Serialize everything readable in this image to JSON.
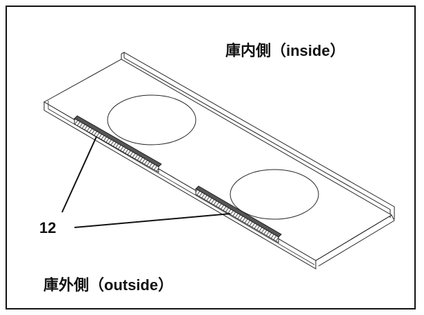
{
  "labels": {
    "inside": "庫内側（inside）",
    "outside": "庫外側（outside）",
    "callout": "12"
  }
}
